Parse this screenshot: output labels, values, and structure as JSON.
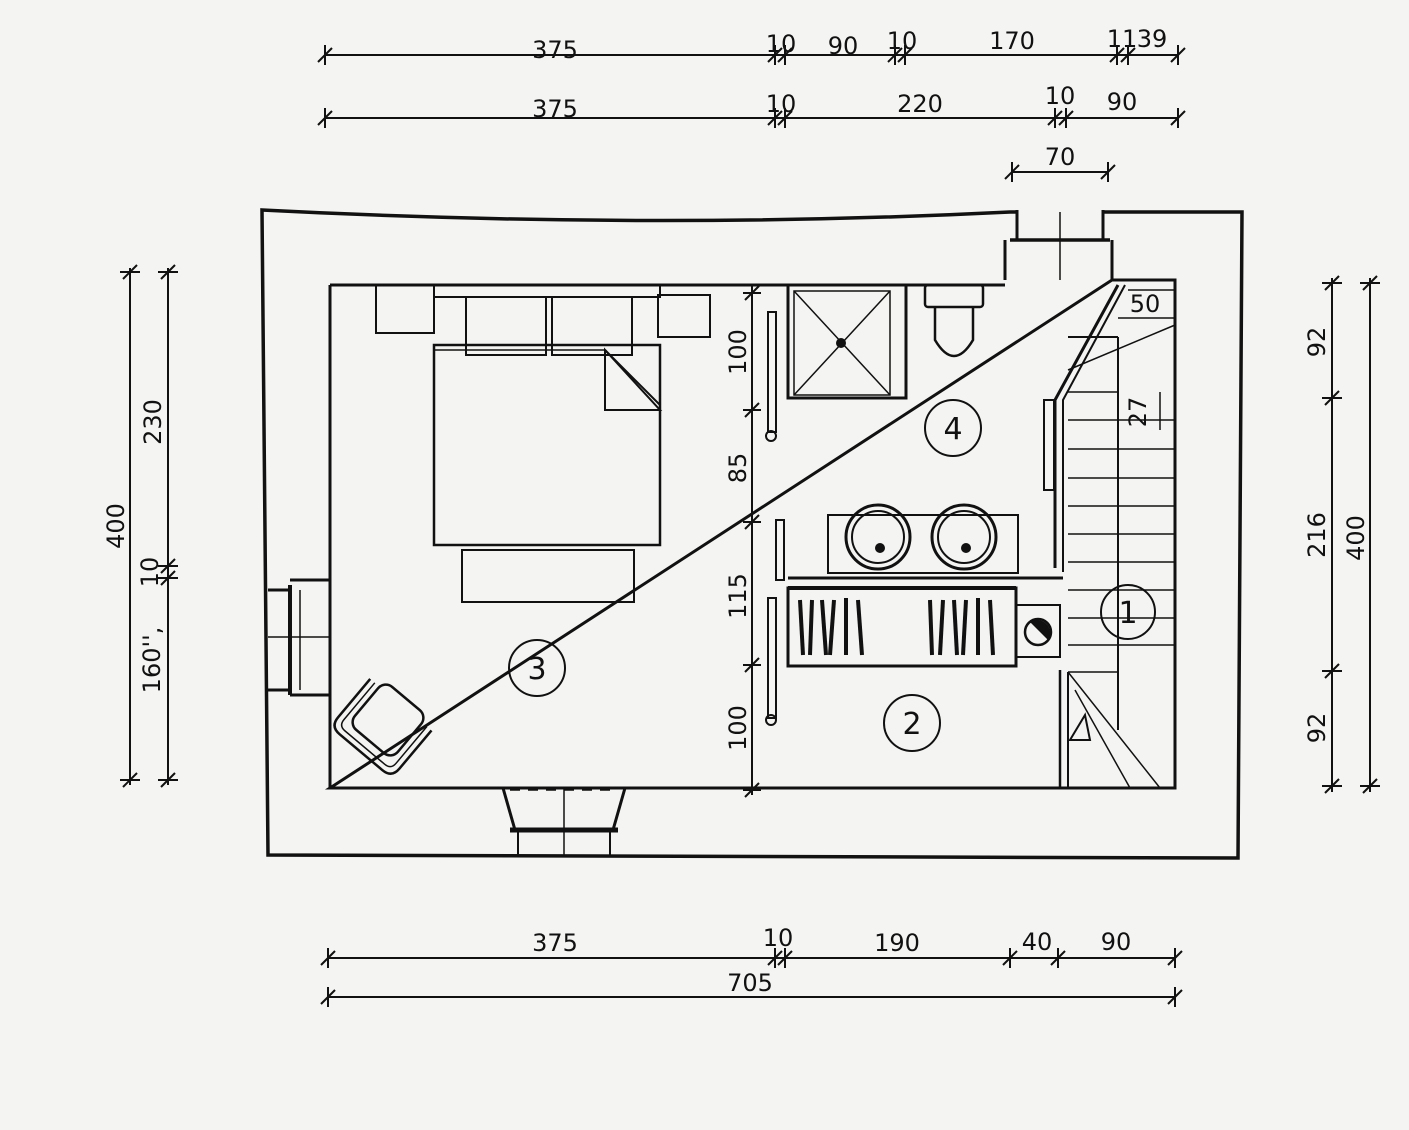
{
  "plan": {
    "top_dims_row1": [
      "375",
      "10",
      "90",
      "10",
      "170",
      "11",
      "39"
    ],
    "top_dims_row2": [
      "375",
      "10",
      "220",
      "10",
      "90"
    ],
    "top_dims_row3": [
      "70"
    ],
    "left_outer": "400",
    "left_inner": [
      "230",
      "10",
      "160'',"
    ],
    "right_inner": [
      "92",
      "216",
      "92"
    ],
    "right_outer": "400",
    "bottom_dims_row1": [
      "375",
      "10",
      "190",
      "40",
      "90"
    ],
    "bottom_total": "705",
    "partition_dims": [
      "100",
      "85",
      "115",
      "100"
    ],
    "stair_dims": [
      "50",
      "27"
    ],
    "rooms": [
      "1",
      "2",
      "3",
      "4"
    ]
  }
}
